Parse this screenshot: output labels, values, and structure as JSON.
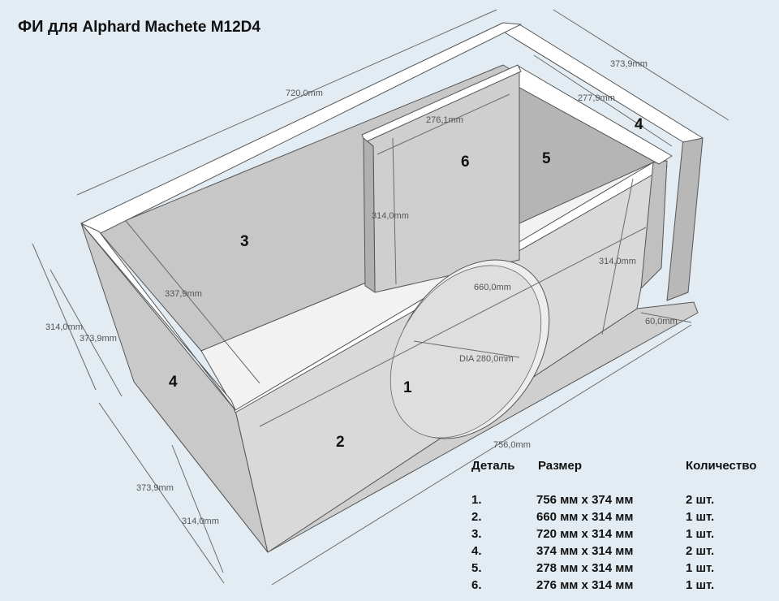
{
  "title": {
    "prefix": "ФИ для",
    "model": "Alphard Machete M12D4"
  },
  "colors": {
    "background": "#e3ecf2",
    "panel_top": "#ffffff",
    "panel_front": "#d8d8d8",
    "panel_side": "#c4c4c4",
    "panel_inner": "#b9b9b9",
    "dimension_line": "#6b6b6b"
  },
  "part_labels": [
    "1",
    "2",
    "3",
    "4",
    "4",
    "5",
    "6"
  ],
  "dimensions": {
    "top_length": "720,0mm",
    "back_depth": "373,9mm",
    "inner_depth": "277,9mm",
    "divider_width": "276,1mm",
    "divider_height": "314,0mm",
    "inner_height": "314,0mm",
    "port_width": "60,0mm",
    "front_length": "756,0mm",
    "port_panel_length": "660,0mm",
    "hole_diameter": "DIA 280,0mm",
    "left_height": "314,0mm",
    "left_depth": "373,9mm",
    "inner_left_depth": "337,9mm",
    "bottom_depth": "373,9mm",
    "bottom_height": "314,0mm"
  },
  "table": {
    "headers": {
      "part": "Деталь",
      "size": "Размер",
      "qty": "Количество"
    },
    "rows": [
      {
        "part": "1.",
        "size": "756 мм х 374 мм",
        "qty": "2 шт."
      },
      {
        "part": "2.",
        "size": "660 мм х 314 мм",
        "qty": "1 шт."
      },
      {
        "part": "3.",
        "size": "720 мм х 314 мм",
        "qty": "1 шт."
      },
      {
        "part": "4.",
        "size": "374 мм х 314 мм",
        "qty": "2 шт."
      },
      {
        "part": "5.",
        "size": "278 мм х 314 мм",
        "qty": "1 шт."
      },
      {
        "part": "6.",
        "size": "276 мм х 314 мм",
        "qty": "1 шт."
      }
    ]
  }
}
